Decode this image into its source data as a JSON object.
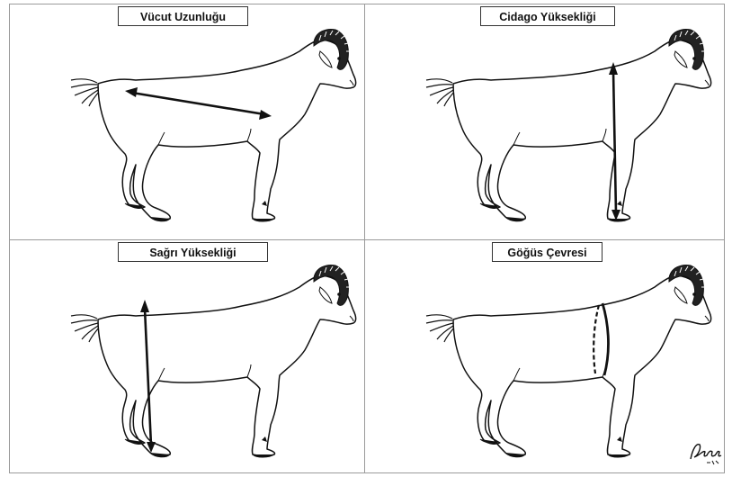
{
  "panels": [
    {
      "id": "body-length",
      "title": "Vücut Uzunluğu",
      "measurement_icon": "double-arrow-icon"
    },
    {
      "id": "withers-height",
      "title": "Cidago Yüksekliği",
      "measurement_icon": "vertical-arrow-icon"
    },
    {
      "id": "rump-height",
      "title": "Sağrı Yüksekliği",
      "measurement_icon": "vertical-arrow-icon"
    },
    {
      "id": "chest-girth",
      "title": "Göğüs Çevresi",
      "measurement_icon": "girth-loop-icon"
    }
  ],
  "colors": {
    "line": "#111111",
    "border": "#9a9a9a",
    "background": "#ffffff"
  }
}
